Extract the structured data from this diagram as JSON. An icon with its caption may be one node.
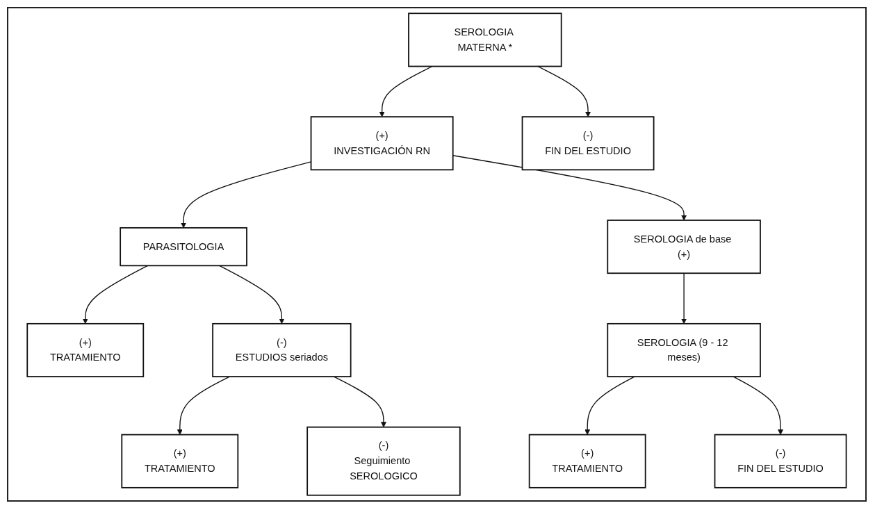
{
  "diagram": {
    "nodes": [
      {
        "text": [
          "SEROLOGIA MATERNA *"
        ]
      },
      {
        "text": [
          "(+)",
          "INVESTIGACIÓN RN"
        ]
      },
      {
        "text": [
          "(-)",
          "FIN DEL ESTUDIO"
        ]
      },
      {
        "text": [
          "PARASITOLOGIA"
        ]
      },
      {
        "text": [
          "SEROLOGIA de base (+)"
        ]
      },
      {
        "text": [
          "(+)",
          "TRATAMIENTO"
        ]
      },
      {
        "text": [
          "(-)",
          "ESTUDIOS seriados"
        ]
      },
      {
        "text": [
          "SEROLOGIA (9 - 12 meses)"
        ]
      },
      {
        "text": [
          "(+)",
          "TRATAMIENTO"
        ]
      },
      {
        "text": [
          "(-)",
          "Seguimiento SEROLOGICO"
        ]
      },
      {
        "text": [
          "(+)",
          "TRATAMIENTO"
        ]
      },
      {
        "text": [
          "(-)",
          "FIN DEL ESTUDIO"
        ]
      }
    ],
    "edges": [
      {
        "from": 0,
        "to": 1,
        "arrow": "to"
      },
      {
        "from": 0,
        "to": 2,
        "arrow": "to"
      },
      {
        "from": 1,
        "to": 3,
        "arrow": "to"
      },
      {
        "from": 1,
        "to": 4,
        "arrow": "to"
      },
      {
        "from": 3,
        "to": 5,
        "arrow": "to"
      },
      {
        "from": 3,
        "to": 6,
        "arrow": "to"
      },
      {
        "from": 4,
        "to": 7,
        "arrow": "to"
      },
      {
        "from": 6,
        "to": 8,
        "arrow": "to"
      },
      {
        "from": 6,
        "to": 9,
        "arrow": "to"
      },
      {
        "from": 7,
        "to": 10,
        "arrow": "to"
      },
      {
        "from": 7,
        "to": 11,
        "arrow": "to"
      }
    ]
  }
}
